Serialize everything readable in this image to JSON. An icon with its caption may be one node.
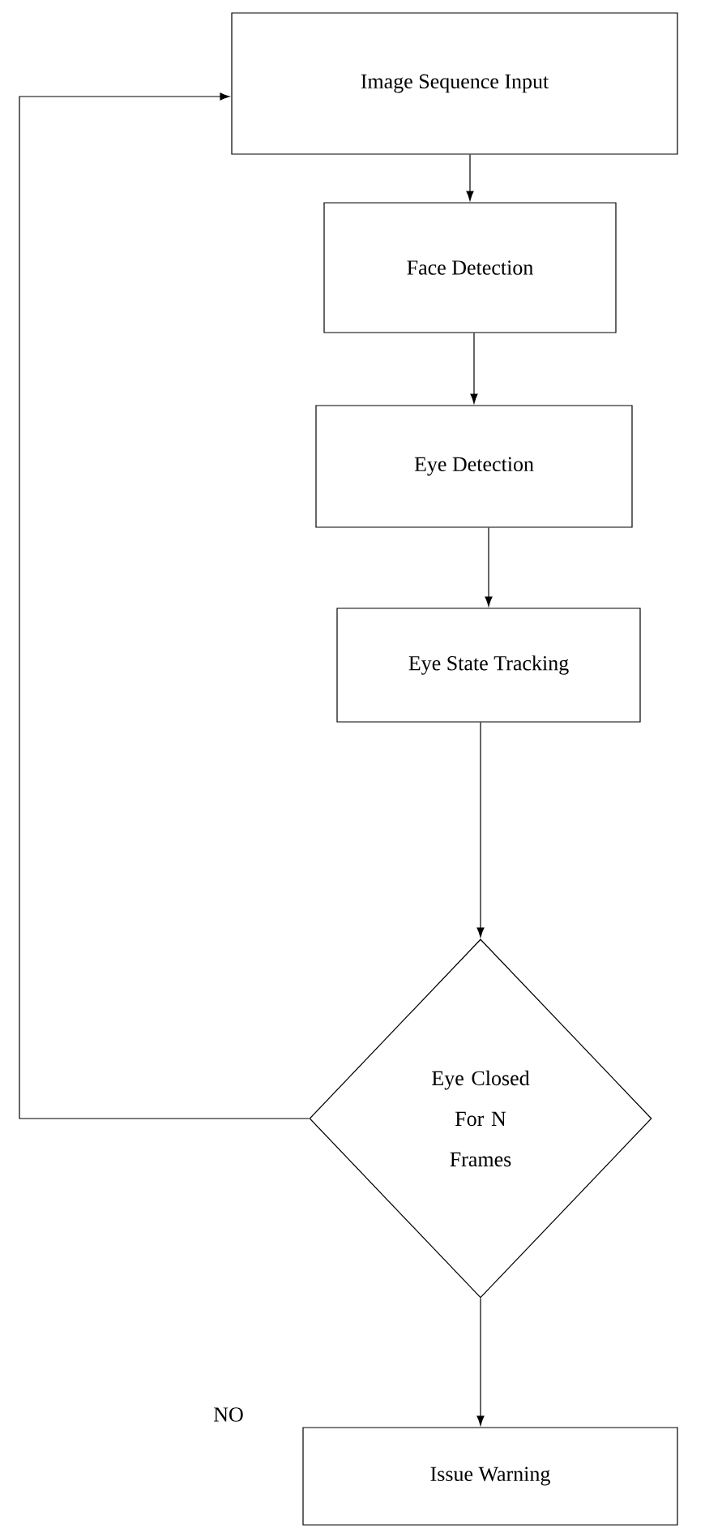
{
  "diagram": {
    "nodes": [
      {
        "text": [
          "Image Sequence Input"
        ]
      },
      {
        "text": [
          "Face Detection"
        ]
      },
      {
        "text": [
          "Eye Detection"
        ]
      },
      {
        "text": [
          "Eye State Tracking"
        ]
      },
      {
        "text": [
          "Eye Closed For N Frames"
        ]
      },
      {
        "text": [
          "Issue Warning"
        ]
      }
    ],
    "edges": [
      {
        "from": 0,
        "to": 1,
        "arrow": "to"
      },
      {
        "from": 1,
        "to": 2,
        "arrow": "to"
      },
      {
        "from": 2,
        "to": 3,
        "arrow": "to"
      },
      {
        "from": 3,
        "to": 4,
        "arrow": "to"
      },
      {
        "from": 4,
        "to": 0,
        "arrow": "to"
      },
      {
        "from": 4,
        "to": 5,
        "arrow": "to"
      }
    ],
    "labels": [
      "NO"
    ]
  }
}
